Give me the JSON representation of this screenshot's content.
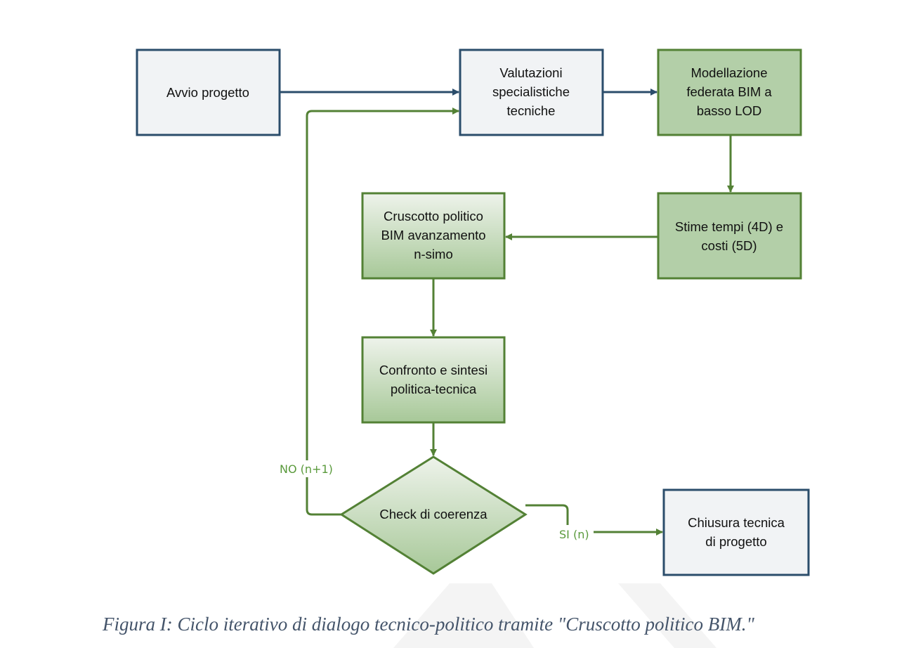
{
  "nodes": {
    "avvio": [
      "Avvio progetto"
    ],
    "valutazioni": [
      "Valutazioni",
      "specialistiche",
      "tecniche"
    ],
    "modellazione": [
      "Modellazione",
      "federata BIM a",
      "basso LOD"
    ],
    "stime": [
      "Stime tempi (4D) e",
      "costi (5D)"
    ],
    "cruscotto": [
      "Cruscotto politico",
      "BIM avanzamento",
      "n-simo"
    ],
    "confronto": [
      "Confronto e sintesi",
      "politica-tecnica"
    ],
    "check": [
      "Check di coerenza"
    ],
    "chiusura": [
      "Chiusura tecnica",
      "di progetto"
    ]
  },
  "edge_labels": {
    "no": "NO (n+1)",
    "si": "SI (n)"
  },
  "caption": "Figura I: Ciclo iterativo di dialogo tecnico-politico tramite \"Cruscotto politico BIM.\"",
  "colors": {
    "blue_stroke": "#2b4d6b",
    "blue_fill": "#f1f3f5",
    "green_stroke": "#538135",
    "green_fill": "#b3cfa8",
    "label_green": "#5a9a3c"
  }
}
